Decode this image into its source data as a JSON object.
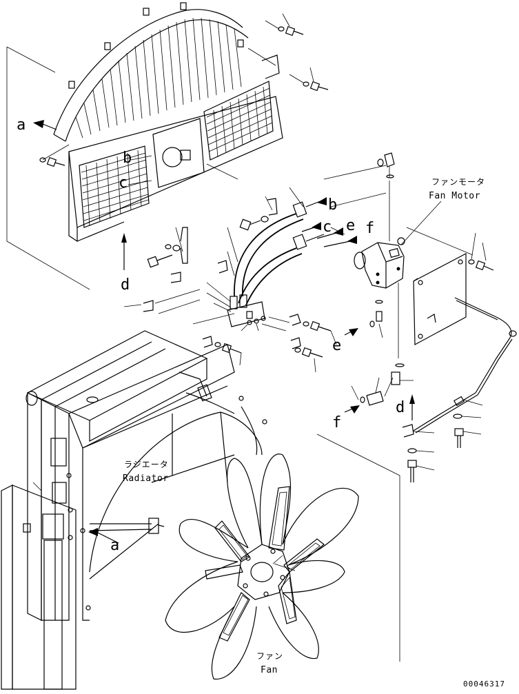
{
  "callouts": {
    "a_top": "a",
    "b_radiator": "b",
    "c_radiator": "c",
    "d_left": "d",
    "b_hose": "b",
    "c_hose": "c",
    "e_hose": "e",
    "f_hose": "f",
    "e_lower": "e",
    "f_lower": "f",
    "d_lower": "d",
    "a_lower": "a"
  },
  "labels": {
    "fan_motor_jp": "ファンモータ",
    "fan_motor_en": "Fan Motor",
    "radiator_jp": "ラジエータ",
    "radiator_en": "Radiator",
    "fan_jp": "ファン",
    "fan_en": "Fan"
  },
  "reference_number": "00046317",
  "icons": {
    "arrow": "filled-arrowhead",
    "bolt": "hex-bolt",
    "washer": "washer"
  }
}
